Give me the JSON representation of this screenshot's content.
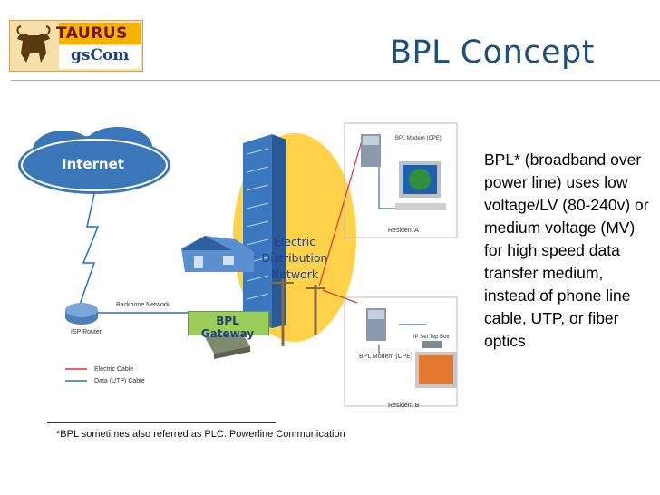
{
  "logo": {
    "line1": "TAURUS",
    "line2": "gsCom"
  },
  "title": "BPL Concept",
  "bullet": "BPL* (broadband over power line) uses low voltage/LV (80-240v) or medium voltage (MV) for high speed data transfer medium, instead of phone line cable, UTP, or fiber optics",
  "diagram": {
    "internet": "Internet",
    "edn": [
      "Electric",
      "Distribution",
      "Network"
    ],
    "gateway": "BPL Gateway",
    "backbone": "Backbone Network",
    "router": "ISP Router",
    "modem_a": "BPL Modem (CPE)",
    "resident_a": "Resident A",
    "modem_b": "BPL Modem (CPE)",
    "settop": "IP Set Top Box",
    "resident_b": "Resident B",
    "legend": {
      "electric": "Electric Cable",
      "data": "Data (UTP) Cable"
    },
    "colors": {
      "electric": "#e03030",
      "data": "#2f6fb3",
      "internet": "#3a76b8",
      "edn_blob": "#ffd24a"
    }
  },
  "footnote": "*BPL sometimes also referred as PLC: Powerline Communication"
}
